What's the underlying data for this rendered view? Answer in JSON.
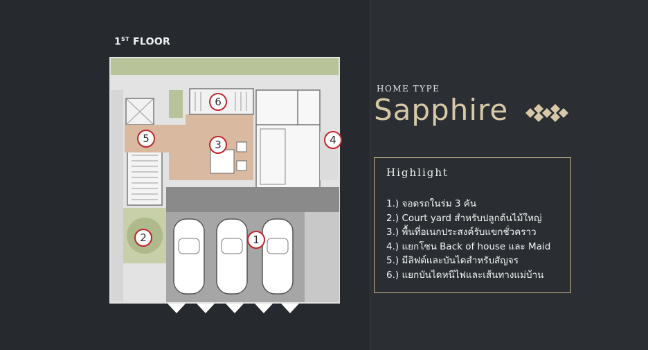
{
  "floor": {
    "label_main": "1",
    "label_sup": "ST",
    "label_rest": " FLOOR"
  },
  "markers": [
    "1",
    "2",
    "3",
    "4",
    "5",
    "6"
  ],
  "brand": {
    "home_type": "HOME TYPE",
    "name": "Sapphire"
  },
  "highlight": {
    "title": "Highlight",
    "items": [
      "1.) จอดรถในร่ม 3 คัน",
      "2.) Court yard สำหรับปลูกต้นไม้ใหญ่",
      "3.) พื้นที่อเนกประสงค์รับแขกชั่วคราว",
      "4.) แยกโซน Back of house และ Maid",
      "5.) มีลิฟต์และบันไดสำหรับสัญจร",
      "6.) แยกบันไดหนีไฟและเส้นทางแม่บ้าน"
    ]
  },
  "colors": {
    "background": "#2b2f33",
    "accent_gold": "#c9b891",
    "marker_red": "#c0262c",
    "floor_wood": "#d9b9a0",
    "garden_green": "#b9c39a"
  }
}
